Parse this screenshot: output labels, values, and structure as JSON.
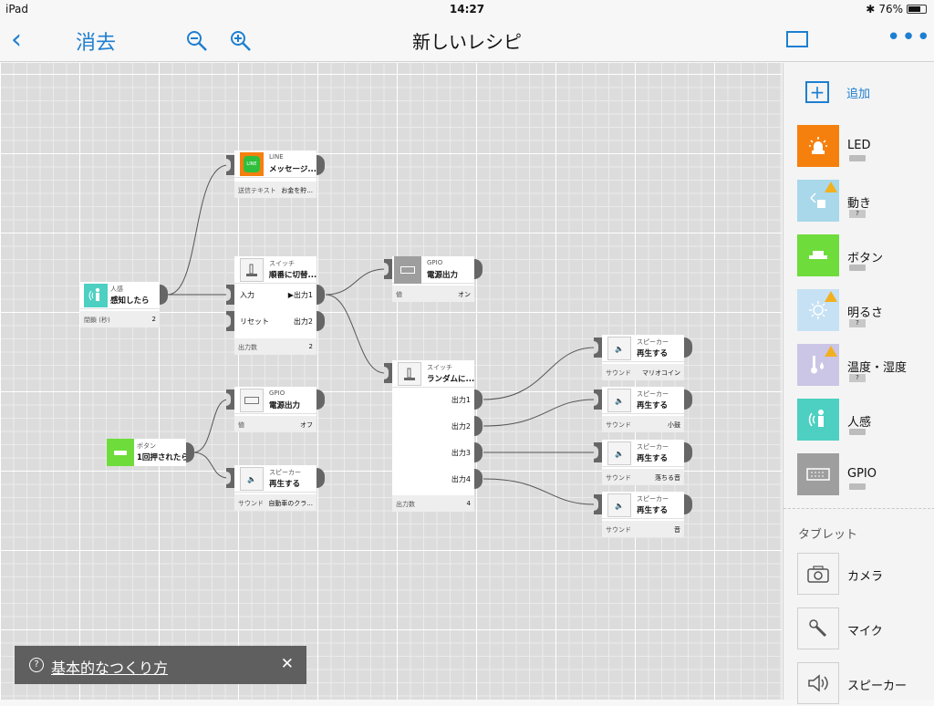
{
  "status_bar": {
    "device": "iPad",
    "time": "14:27",
    "battery": "76%"
  },
  "toolbar": {
    "back_icon": "chevron-left-icon",
    "clear_label": "消去",
    "zoom_out_icon": "zoom-out-icon",
    "zoom_in_icon": "zoom-in-icon",
    "title": "新しいレシピ",
    "view_icon": "rectangle-icon",
    "more_icon": "ellipsis-icon"
  },
  "nodes": {
    "line": {
      "category": "LINE",
      "name": "メッセージ...",
      "footer_key": "送信テキスト",
      "footer_value": "お金を貯..."
    },
    "human_sensor": {
      "category": "人感",
      "name": "感知したら",
      "footer_key": "閉鎖 (秒)",
      "footer_value": "2"
    },
    "switch_seq": {
      "category": "スイッチ",
      "name": "順番に切替...",
      "in_label": "入力",
      "reset_label": "リセット",
      "out1": "▶出力1",
      "out2": "出力2",
      "footer_key": "出力数",
      "footer_value": "2"
    },
    "gpio1": {
      "category": "GPIO",
      "name": "電源出力",
      "footer_key": "値",
      "footer_value": "オン"
    },
    "switch_rand": {
      "category": "スイッチ",
      "name": "ランダムに...",
      "out1": "出力1",
      "out2": "出力2",
      "out3": "出力3",
      "out4": "出力4",
      "footer_key": "出力数",
      "footer_value": "4"
    },
    "speaker1": {
      "category": "スピーカー",
      "name": "再生する",
      "footer_key": "サウンド",
      "footer_value": "マリオコイン"
    },
    "speaker2": {
      "category": "スピーカー",
      "name": "再生する",
      "footer_key": "サウンド",
      "footer_value": "小鼓"
    },
    "speaker3": {
      "category": "スピーカー",
      "name": "再生する",
      "footer_key": "サウンド",
      "footer_value": "落ちる音"
    },
    "speaker4": {
      "category": "スピーカー",
      "name": "再生する",
      "footer_key": "サウンド",
      "footer_value": "音"
    },
    "gpio2": {
      "category": "GPIO",
      "name": "電源出力",
      "footer_key": "値",
      "footer_value": "オフ"
    },
    "button": {
      "category": "ボタン",
      "name": "1回押されたら"
    },
    "speaker5": {
      "category": "スピーカー",
      "name": "再生する",
      "footer_key": "サウンド",
      "footer_value": "自動車のクラ..."
    }
  },
  "sidebar": {
    "add_label": "追加",
    "items": [
      {
        "label": "LED",
        "color": "#f5800e",
        "icon": "siren-icon",
        "warning": false
      },
      {
        "label": "動き",
        "color": "#a8d8ea",
        "icon": "motion-icon",
        "warning": true,
        "unknown": "?"
      },
      {
        "label": "ボタン",
        "color": "#6edc3b",
        "icon": "button-icon",
        "warning": false
      },
      {
        "label": "明るさ",
        "color": "#c6e1f4",
        "icon": "sun-icon",
        "warning": true,
        "unknown": "?"
      },
      {
        "label": "温度・湿度",
        "color": "#cbc6e6",
        "icon": "thermometer-icon",
        "warning": true,
        "unknown": "?"
      },
      {
        "label": "人感",
        "color": "#4dd0c2",
        "icon": "human-sensor-icon",
        "warning": false
      },
      {
        "label": "GPIO",
        "color": "#9e9e9e",
        "icon": "gpio-icon",
        "warning": false
      }
    ],
    "tablet_heading": "タブレット",
    "tablet_items": [
      {
        "label": "カメラ",
        "icon": "camera-icon"
      },
      {
        "label": "マイク",
        "icon": "microphone-icon"
      },
      {
        "label": "スピーカー",
        "icon": "speaker-icon"
      }
    ]
  },
  "toast": {
    "text": "基本的なつくり方"
  }
}
